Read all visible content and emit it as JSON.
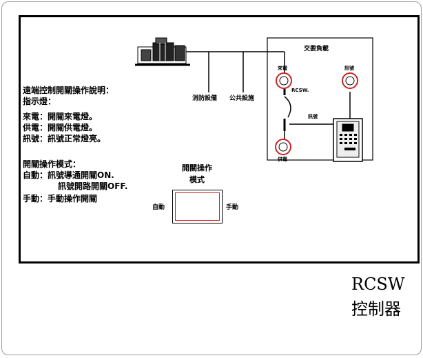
{
  "header_instructions": {
    "title": "遠端控制開關操作說明：",
    "lamp_heading": "指示燈：",
    "lamp_incoming": "來電：開關來電燈。",
    "lamp_supply": "供電：開關供電燈。",
    "lamp_signal": "訊號：訊號正常燈亮。",
    "mode_heading": "開關操作模式：",
    "auto_line1": "自動：訊號導通開關ON.",
    "auto_line2": "訊號開路開關OFF.",
    "manual_line": "手動：手動操作開關"
  },
  "schematic": {
    "fire_equipment": "消防設備",
    "public_equipment": "公共設施",
    "load_panel_title": "交要負載",
    "lamp_incoming_label": "來電",
    "lamp_supply_label": "供電",
    "lamp_signal_label": "訊號",
    "rcsw_label": "RCSW.",
    "signal_wire_label": "訊號"
  },
  "mode_switch": {
    "title_line1": "開關操作",
    "title_line2": "模式",
    "auto_label": "自動",
    "manual_label": "手動"
  },
  "brand": {
    "line1": "RCSW",
    "line2": "控制器"
  },
  "colors": {
    "lamp_ring": "#cc2222",
    "line": "#000000"
  }
}
